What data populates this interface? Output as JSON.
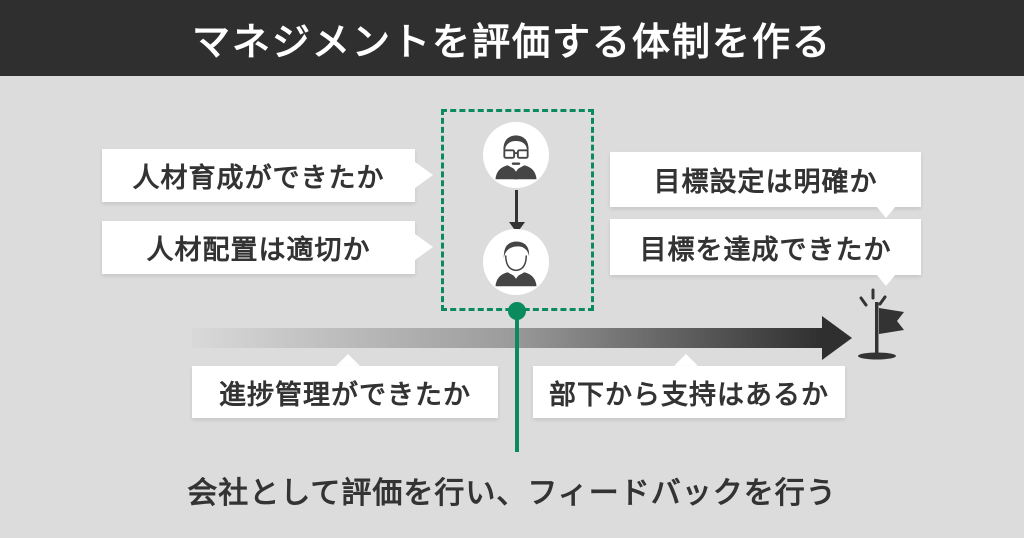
{
  "header": {
    "title": "マネジメントを評価する体制を作る"
  },
  "scope": {
    "manager_icon": "manager-person",
    "subordinate_icon": "subordinate-person",
    "relation_icon": "down-arrow"
  },
  "callouts": {
    "left": [
      {
        "label": "人材育成ができたか"
      },
      {
        "label": "人材配置は適切か"
      }
    ],
    "right": [
      {
        "label": "目標設定は明確か"
      },
      {
        "label": "目標を達成できたか"
      }
    ],
    "bottom": [
      {
        "label": "進捗管理ができたか"
      },
      {
        "label": "部下から支持はあるか"
      }
    ]
  },
  "timeline": {
    "goal_icon": "goal-flag"
  },
  "conclusion": {
    "text": "会社として評価を行い、フィードバックを行う"
  },
  "colors": {
    "header_bg": "#2f2f2f",
    "body_bg": "#dcdcdc",
    "accent_green": "#0b8a5e",
    "text_dark": "#333333",
    "callout_bg": "#ffffff"
  }
}
